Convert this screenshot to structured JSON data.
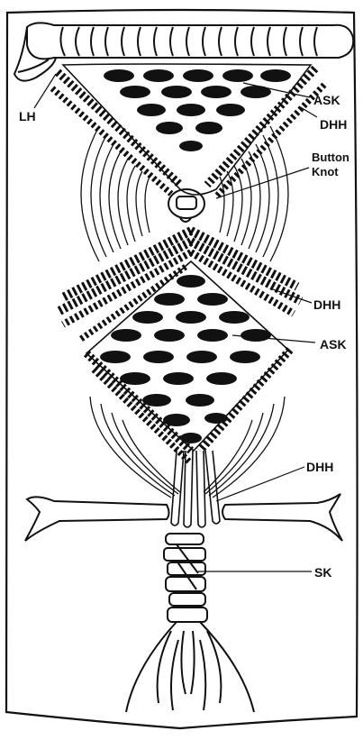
{
  "labels": {
    "lh": "LH",
    "ask_top": "ASK",
    "dhh_top": "DHH",
    "button_knot_line1": "Button",
    "button_knot_line2": "Knot",
    "dhh_middle": "DHH",
    "ask_bottom": "ASK",
    "dhh_bottom": "DHH",
    "sk": "SK"
  },
  "colors": {
    "ink": "#111111",
    "paper": "#ffffff"
  }
}
